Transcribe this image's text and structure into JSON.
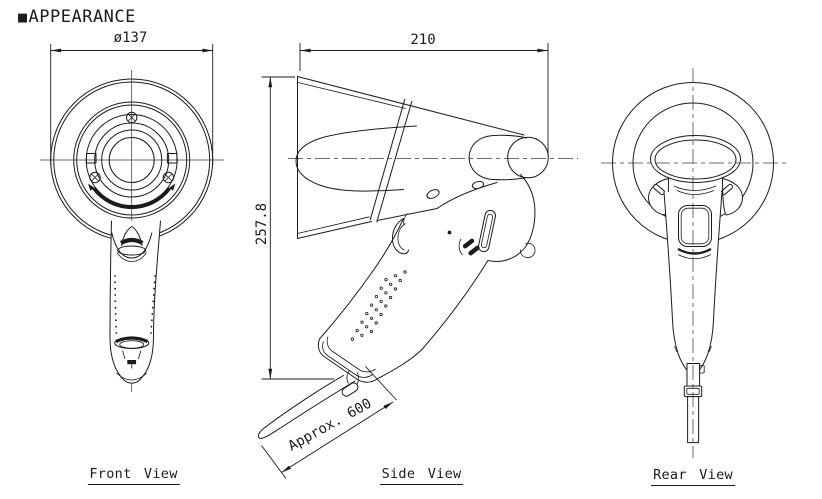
{
  "title": {
    "marker": "■",
    "text": "APPEARANCE"
  },
  "views": {
    "front": {
      "label": "Front View",
      "dim_diameter": "ø137"
    },
    "side": {
      "label": "Side View",
      "dim_width": "210",
      "dim_height": "257.8",
      "dim_strap": "Approx. 600"
    },
    "rear": {
      "label": "Rear View"
    }
  },
  "colors": {
    "line": "#1b1b1b",
    "centerline": "#3c3c3c",
    "background": "#ffffff"
  }
}
